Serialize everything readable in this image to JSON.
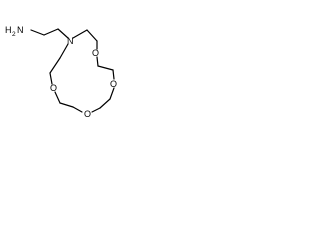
{
  "molecule": {
    "atoms": {
      "amine": {
        "element": "N",
        "hydrogens": "2"
      },
      "ring_nitrogen": {
        "element": "N"
      },
      "ether_oxygen_1": {
        "element": "O"
      },
      "ether_oxygen_2": {
        "element": "O"
      },
      "ether_oxygen_3": {
        "element": "O"
      },
      "ether_oxygen_4": {
        "element": "O"
      }
    },
    "colors": {
      "bond": "#000000",
      "label": "#000000",
      "background": "#ffffff"
    }
  }
}
